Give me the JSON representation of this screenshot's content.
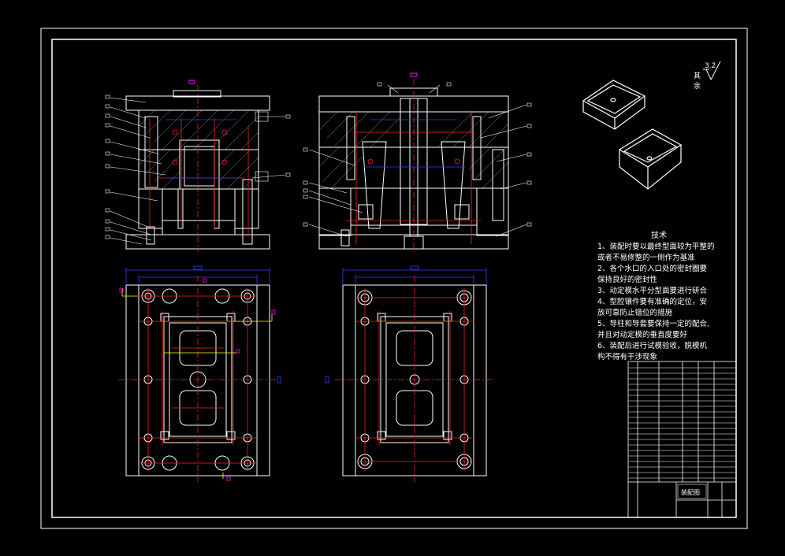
{
  "drawing": {
    "title_block_name": "装配图",
    "roughness_value": "3.2",
    "roughness_label_line1": "其",
    "roughness_label_line2": "余",
    "colors": {
      "background": "#000000",
      "line": "#ffffff",
      "centerline": "#ff2020",
      "dimension": "#3a3aff",
      "marker": "#ff00ff",
      "leader": "#ffff00"
    }
  },
  "notes": {
    "heading": "技术",
    "lines": [
      "1、装配时要以最终型面较为平整的",
      "或者不易修整的一侧作为基准",
      "2、各个水口的入口处的密封圈要",
      "保持良好的密封性",
      "3、动定模水平分型面要进行研合",
      "4、型腔镶件要有准确的定位，安",
      "放可靠防止错位的措施",
      "5、导柱和导套要保持一定的配合,",
      "并且对动定模的垂直度要好",
      "6、装配后进行试模验收，脱模机",
      "构不得有干涉现象"
    ]
  }
}
